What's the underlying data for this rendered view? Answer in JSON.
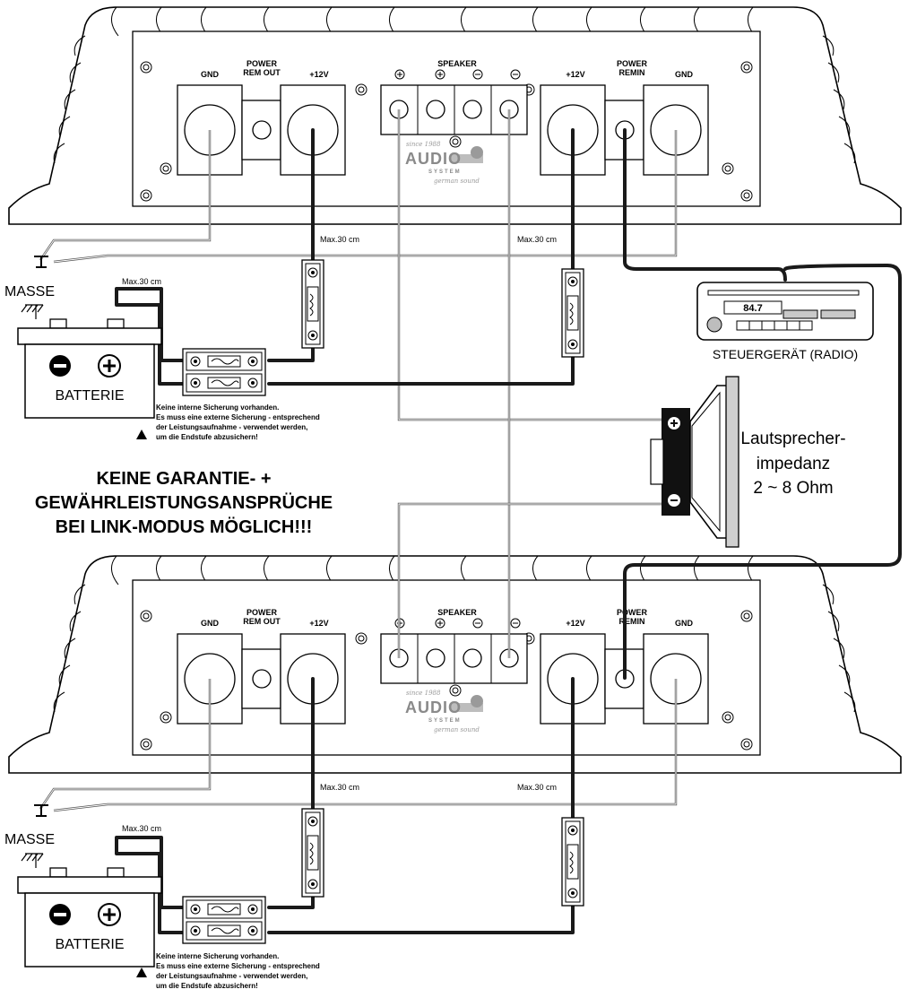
{
  "amplifier_top": {
    "left_labels": {
      "gnd": "GND",
      "power_rem_out_1": "POWER",
      "power_rem_out_2": "REM OUT",
      "plus12": "+12V"
    },
    "speaker_label": "SPEAKER",
    "right_labels": {
      "plus12": "+12V",
      "power_remin_1": "POWER",
      "power_remin_2": "REMIN",
      "gnd": "GND"
    },
    "logo_since": "since 1988",
    "logo_main": "AUDIO",
    "logo_system": "SYSTEM",
    "logo_tag": "german sound",
    "max_left": "Max.30 cm",
    "max_right": "Max.30 cm"
  },
  "amplifier_bottom": {
    "left_labels": {
      "gnd": "GND",
      "power_rem_out_1": "POWER",
      "power_rem_out_2": "REM OUT",
      "plus12": "+12V"
    },
    "speaker_label": "SPEAKER",
    "right_labels": {
      "plus12": "+12V",
      "power_remin_1": "POWER",
      "power_remin_2": "REMIN",
      "gnd": "GND"
    },
    "logo_since": "since 1988",
    "logo_main": "AUDIO",
    "logo_system": "SYSTEM",
    "logo_tag": "german sound",
    "max_left": "Max.30 cm",
    "max_right": "Max.30 cm"
  },
  "battery_top": {
    "masse": "MASSE",
    "label": "BATTERIE",
    "max": "Max.30 cm"
  },
  "battery_bottom": {
    "masse": "MASSE",
    "label": "BATTERIE",
    "max": "Max.30 cm"
  },
  "notes": {
    "line1": "Keine interne Sicherung vorhanden.",
    "line2": "Es muss eine externe Sicherung - entsprechend",
    "line3": "der Leistungsaufnahme - verwendet werden,",
    "line4": "um die Endstufe abzusichern!"
  },
  "radio": {
    "display": "84.7",
    "label": "STEUERGERÄT (RADIO)"
  },
  "speaker": {
    "line1": "Lautsprecher-",
    "line2": "impedanz",
    "line3": "2 ~ 8 Ohm"
  },
  "warning": {
    "line1": "KEINE GARANTIE- +",
    "line2": "GEWÄHRLEISTUNGSANSPRÜCHE",
    "line3": "BEI LINK-MODUS MÖGLICH!!!"
  }
}
